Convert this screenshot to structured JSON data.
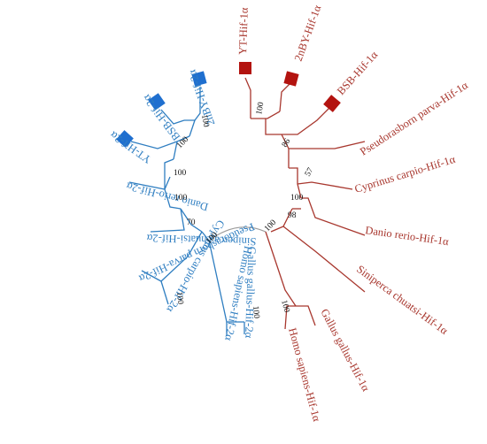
{
  "colors": {
    "hif2": "#2f7ec1",
    "hif2_marker": "#1f6fcf",
    "hif1": "#a8372e",
    "hif1_marker": "#b3130f",
    "root": "#9a9a9a"
  },
  "leaves": {
    "yt_hif1": "YT-Hif-1α",
    "bby_hif1": "2nBY-Hif-1α",
    "bsb_hif1": "BSB-Hif-1α",
    "pp_hif1": "Pseudorasborn parva-Hif-1α",
    "cc_hif1": "Cyprinus carpio-Hif-1α",
    "dr_hif1": "Danio rerio-Hif-1α",
    "sc_hif1": "Siniperca chuatsi-Hif-1α",
    "gg_hif1": "Gallus gallus-Hif-1α",
    "hs_hif1": "Homo sapiens-Hif-1α",
    "yt_hif2": "YT-Hif-2α",
    "bsb_hif2": "BSB-Hif-2α",
    "bby_hif2": "2nBY-Hif-2α",
    "dr_hif2": "Danio rerio-Hif-2α",
    "sc_hif2": "Siniperca chuatsi-Hif-2α",
    "pp_hif2": "Pseudorasborn parva-Hif-2α",
    "cc_hif2": "Cyprinus carpio-Hif-2α",
    "hs_hif2": "Homo sapiens-Hif-2α",
    "gg_hif2": "Gallus gallus-Hif-2α"
  },
  "bootstrap": {
    "red_yt_2nby": "100",
    "red_triad_pp": "86",
    "red_cc": "57",
    "red_dr": "100",
    "red_fish": "98",
    "red_root": "100",
    "red_tetrapod": "100",
    "blue_triad": "100",
    "blue_triad_yt": "100",
    "blue_dr": "100",
    "blue_cyprinid": "100",
    "blue_sc": "70",
    "blue_root": "100",
    "blue_pp_cc": "100",
    "blue_tetrapod": "100"
  }
}
